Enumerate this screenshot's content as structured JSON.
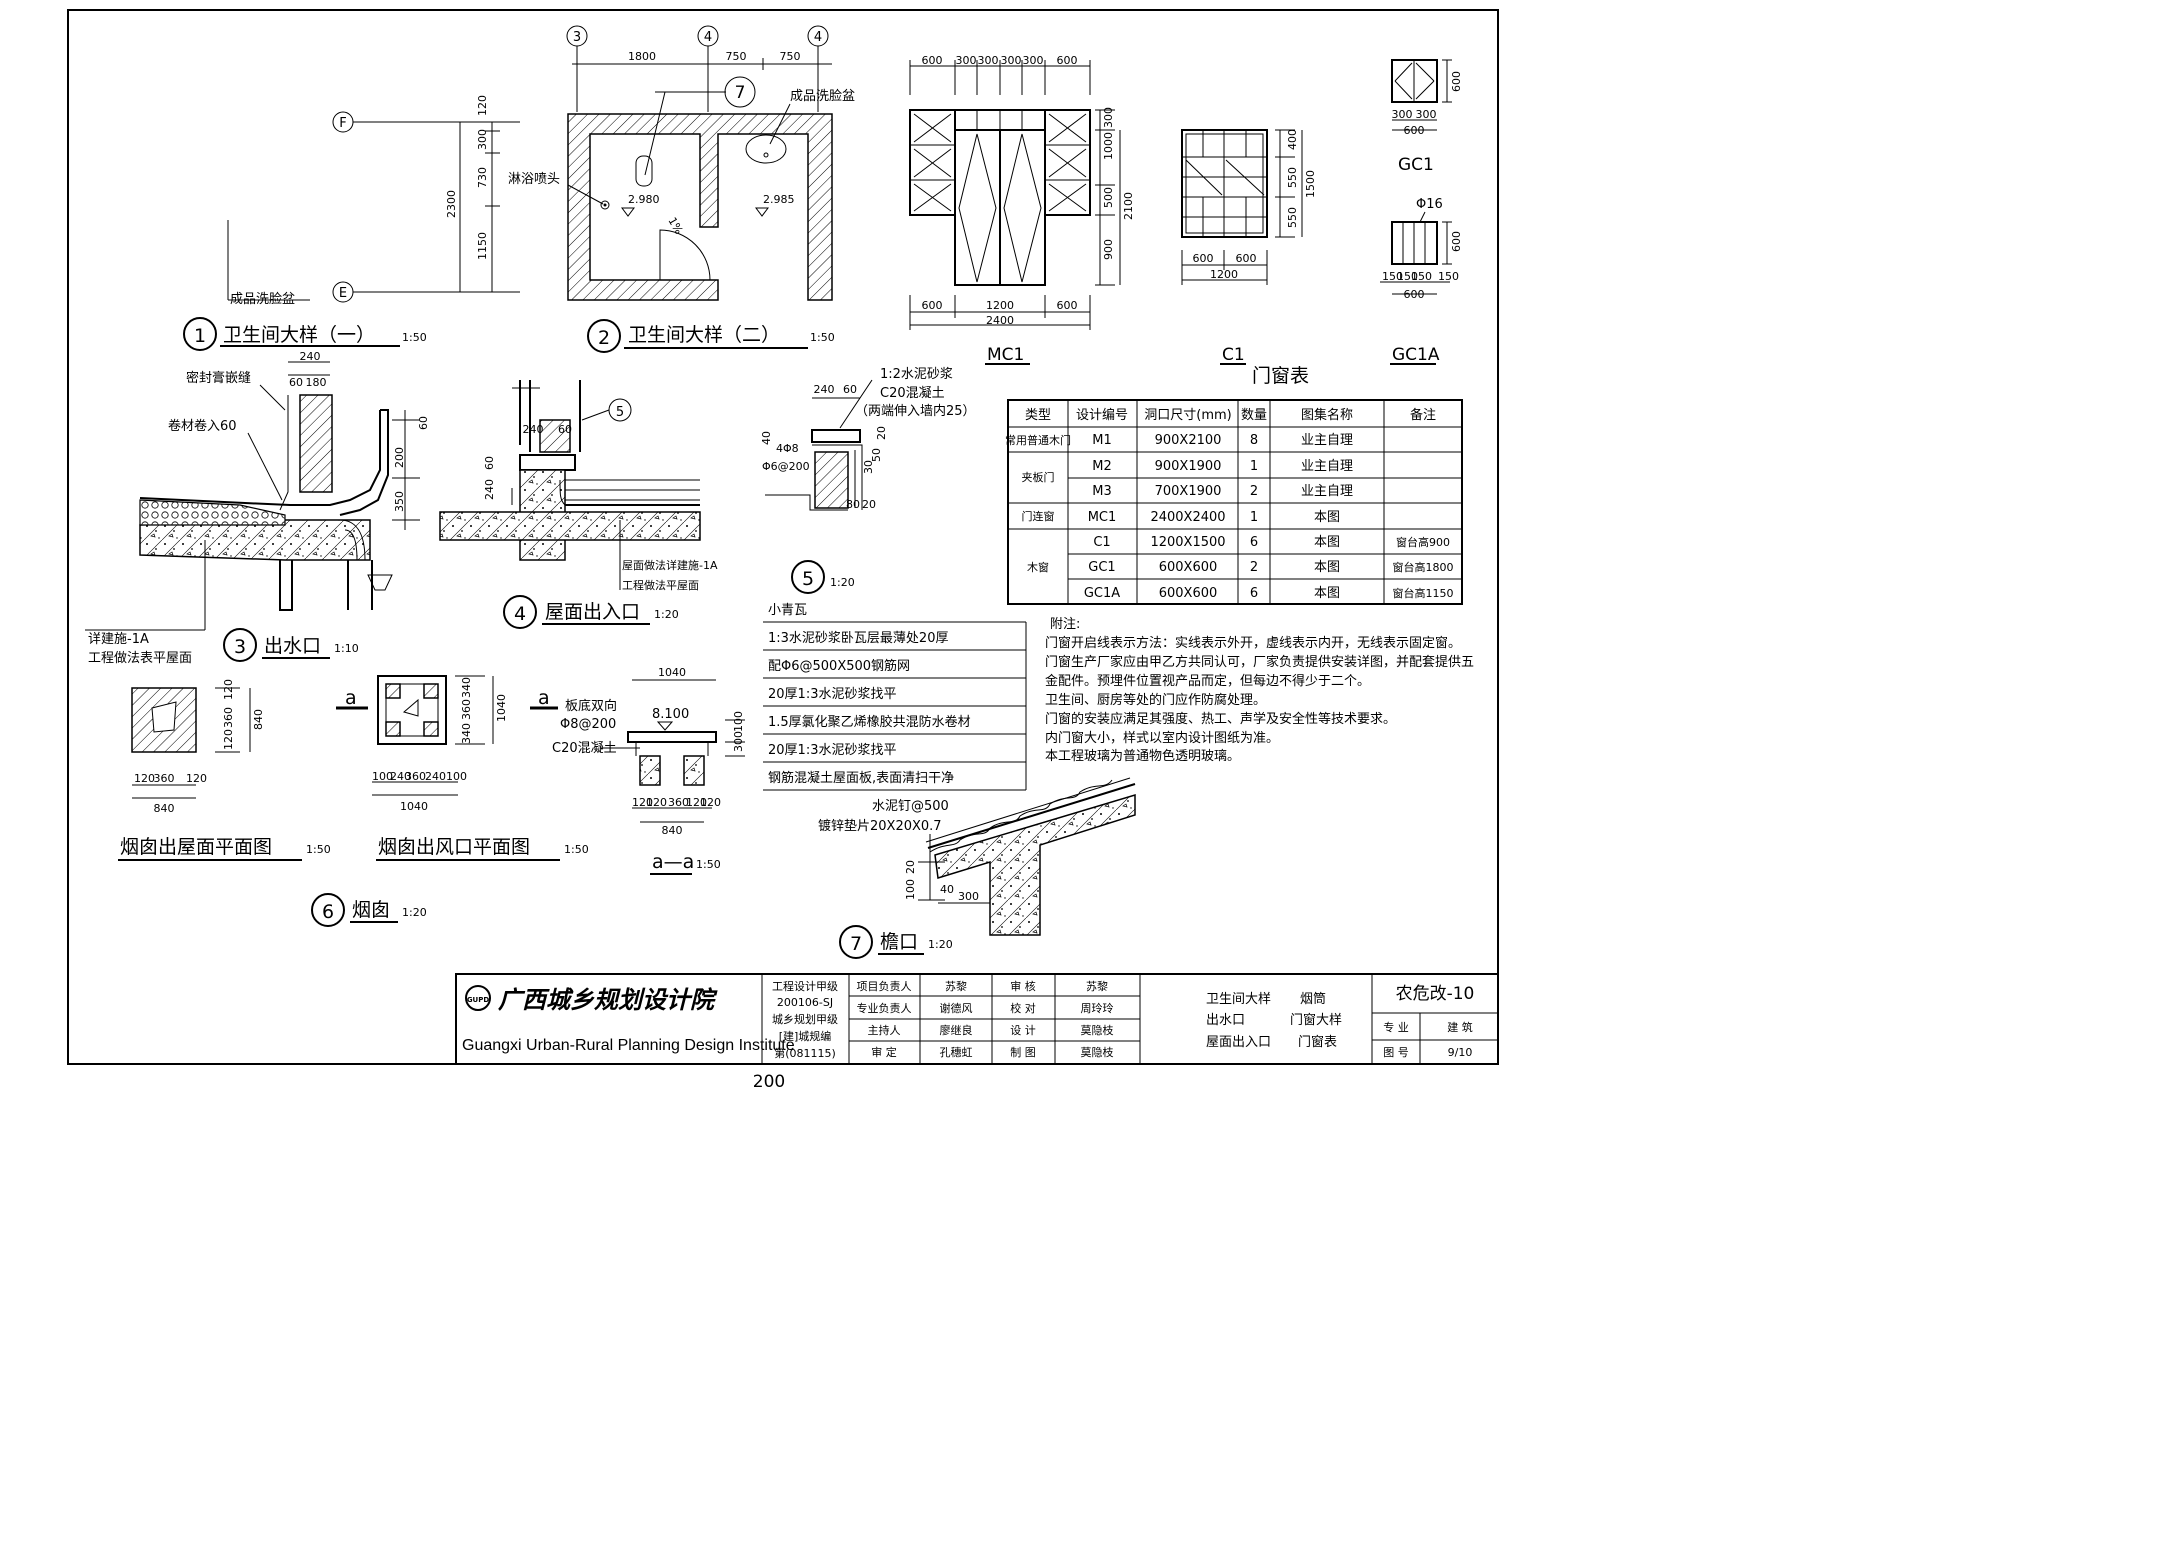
{
  "page_number": "200",
  "plans": {
    "p1": {
      "title": "卫生间大样（一）",
      "scale": "1:50",
      "num": "1",
      "label_basin": "成品洗脸盆",
      "axes": [
        "F",
        "E"
      ],
      "dims": [
        "120",
        "300",
        "730",
        "1150",
        "2300"
      ]
    },
    "p2": {
      "title": "卫生间大样（二）",
      "scale": "1:50",
      "num": "2",
      "label_shower": "淋浴喷头",
      "label_basin": "成品洗脸盆",
      "axes": [
        "3",
        "4",
        "4"
      ],
      "dims": [
        "1800",
        "750",
        "750"
      ],
      "elev1": "2.980",
      "elev2": "2.985",
      "slope": "1%",
      "callout": "7"
    }
  },
  "windows": {
    "mc1": {
      "label": "MC1",
      "top_dims": [
        "600",
        "300",
        "300",
        "300",
        "300",
        "600"
      ],
      "bottom_dims": [
        "600",
        "1200",
        "600"
      ],
      "total": "2400",
      "right_dims": [
        "300",
        "1000",
        "500",
        "900",
        "2100"
      ]
    },
    "c1": {
      "label": "C1",
      "right_dims": [
        "400",
        "550",
        "550",
        "1500"
      ],
      "bottom_dims": [
        "600",
        "600"
      ],
      "total": "1200"
    },
    "gc1": {
      "label": "GC1",
      "dims": [
        "300",
        "300",
        "600",
        "600"
      ]
    },
    "gc1a": {
      "label": "GC1A",
      "dims": [
        "Φ16",
        "600",
        "150",
        "150",
        "150",
        "150",
        "600"
      ]
    }
  },
  "door_window_table": {
    "title": "门窗表",
    "headers": [
      "类型",
      "设计编号",
      "洞口尺寸(mm)",
      "数量",
      "图集名称",
      "备注"
    ],
    "rows": [
      [
        "常用普通木门",
        "M1",
        "900X2100",
        "8",
        "业主自理",
        ""
      ],
      [
        "夹板门",
        "M2",
        "900X1900",
        "1",
        "业主自理",
        ""
      ],
      [
        "",
        "M3",
        "700X1900",
        "2",
        "业主自理",
        ""
      ],
      [
        "门连窗",
        "MC1",
        "2400X2400",
        "1",
        "本图",
        ""
      ],
      [
        "木窗",
        "C1",
        "1200X1500",
        "6",
        "本图",
        "窗台高900"
      ],
      [
        "",
        "GC1",
        "600X600",
        "2",
        "本图",
        "窗台高1800"
      ],
      [
        "",
        "GC1A",
        "600X600",
        "6",
        "本图",
        "窗台高1150"
      ]
    ]
  },
  "notes": {
    "title": "附注:",
    "lines": [
      "门窗开启线表示方法：实线表示外开，虚线表示内开，无线表示固定窗。",
      "门窗生产厂家应由甲乙方共同认可，厂家负责提供安装详图，并配套提供五",
      "金配件。预埋件位置视产品而定，但每边不得少于二个。",
      "卫生间、厨房等处的门应作防腐处理。",
      "门窗的安装应满足其强度、热工、声学及安全性等技术要求。",
      "内门窗大小，样式以室内设计图纸为准。",
      "本工程玻璃为普通物色透明玻璃。"
    ]
  },
  "details": {
    "d3": {
      "title": "出水口",
      "scale": "1:10",
      "num": "3",
      "label1": "密封膏嵌缝",
      "label2": "卷材卷入60",
      "label3": "详建施-1A",
      "label4": "工程做法表平屋面",
      "dims": [
        "240",
        "60",
        "180",
        "60",
        "200",
        "350"
      ]
    },
    "d4": {
      "title": "屋面出入口",
      "scale": "1:20",
      "num": "4",
      "label1": "屋面做法详建施-1A",
      "label2": "工程做法平屋面",
      "dims": [
        "240",
        "60",
        "60",
        "240"
      ],
      "callout": "5"
    },
    "d5": {
      "num": "5",
      "scale": "1:20",
      "label1": "1:2水泥砂浆",
      "label2": "C20混凝土",
      "label3": "（两端伸入墙内25）",
      "dims": [
        "240",
        "60",
        "40",
        "4Φ8",
        "Φ6@200",
        "80",
        "20",
        "50",
        "30",
        "20"
      ]
    },
    "d6": {
      "title": "烟囱",
      "scale": "1:20",
      "num": "6",
      "sub1": "烟囱出屋面平面图",
      "sub1_scale": "1:50",
      "sub2": "烟囱出风口平面图",
      "sub2_scale": "1:50",
      "sec": "a—a",
      "sec_scale": "1:50",
      "label_a": "a",
      "label_board": "板底双向",
      "label_rebar": "Φ8@200",
      "label_conc": "C20混凝土",
      "elev": "8.100",
      "dims1": [
        "120",
        "360",
        "120",
        "840"
      ],
      "dims2": [
        "100",
        "240",
        "360",
        "240",
        "100",
        "1040"
      ],
      "dims3": [
        "120",
        "120",
        "360",
        "120",
        "120",
        "840",
        "1040"
      ],
      "dims_v": [
        "340",
        "360",
        "340",
        "1040",
        "300",
        "100"
      ]
    },
    "d7": {
      "title": "檐口",
      "scale": "1:20",
      "num": "7",
      "layers": [
        "小青瓦",
        "1:3水泥砂浆卧瓦层最薄处20厚",
        "配Φ6@500X500钢筋网",
        "20厚1:3水泥砂浆找平",
        "1.5厚氯化聚乙烯橡胶共混防水卷材",
        "20厚1:3水泥砂浆找平",
        "钢筋混凝土屋面板,表面清扫干净"
      ],
      "nail": "水泥钉@500",
      "pad": "镀锌垫片20X20X0.7",
      "dims": [
        "20",
        "100",
        "40",
        "300"
      ]
    }
  },
  "title_block": {
    "institute_cn": "广西城乡规划设计院",
    "institute_en": "Guangxi Urban-Rural Planning Design Institute",
    "logo": "GUPD",
    "cert": [
      "工程设计甲级",
      "200106-SJ",
      "城乡规划甲级",
      "[建]城规编",
      "第(081115)"
    ],
    "roles": [
      [
        "项目负责人",
        "苏黎",
        "审  核",
        "苏黎"
      ],
      [
        "专业负责人",
        "谢德风",
        "校  对",
        "周玲玲"
      ],
      [
        "主持人",
        "廖继良",
        "设  计",
        "莫隐枝"
      ],
      [
        "审  定",
        "孔穗虹",
        "制  图",
        "莫隐枝"
      ]
    ],
    "drawing_names": [
      "卫生间大样",
      "烟筒",
      "出水口",
      "门窗大样",
      "屋面出入口",
      "门窗表"
    ],
    "project": "农危改-10",
    "specialty_label": "专  业",
    "specialty": "建  筑",
    "sheet_label": "图  号",
    "sheet": "9/10"
  }
}
